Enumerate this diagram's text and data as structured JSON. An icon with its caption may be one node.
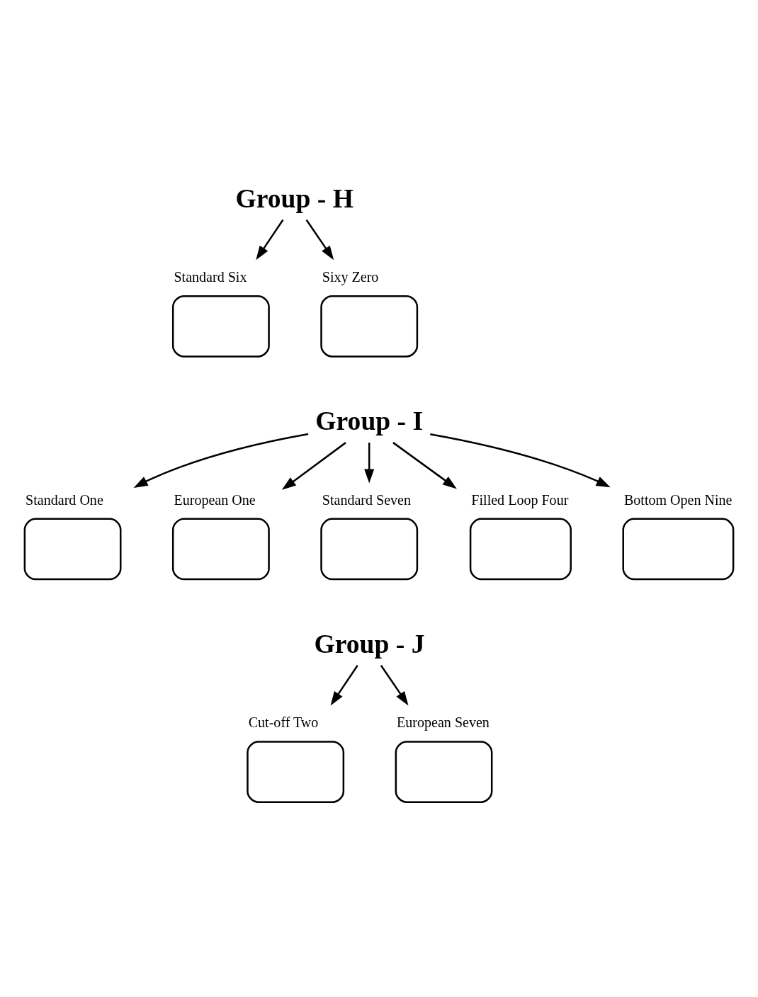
{
  "diagram": {
    "nodes": [
      {
        "text": [
          "Group - H"
        ]
      },
      {
        "text": [
          "Standard Six"
        ]
      },
      {
        "text": [
          "Sixy Zero"
        ]
      },
      {
        "text": [
          "Group - I"
        ]
      },
      {
        "text": [
          "Standard One"
        ]
      },
      {
        "text": [
          "European One"
        ]
      },
      {
        "text": [
          "Standard Seven"
        ]
      },
      {
        "text": [
          "Filled Loop Four"
        ]
      },
      {
        "text": [
          "Bottom Open Nine"
        ]
      },
      {
        "text": [
          "Group - J"
        ]
      },
      {
        "text": [
          "Cut-off Two"
        ]
      },
      {
        "text": [
          "European Seven"
        ]
      }
    ],
    "edges": [
      {
        "from": 0,
        "to": 1,
        "arrow": "to"
      },
      {
        "from": 0,
        "to": 2,
        "arrow": "to"
      },
      {
        "from": 3,
        "to": 4,
        "arrow": "to"
      },
      {
        "from": 3,
        "to": 5,
        "arrow": "to"
      },
      {
        "from": 3,
        "to": 6,
        "arrow": "to"
      },
      {
        "from": 3,
        "to": 7,
        "arrow": "to"
      },
      {
        "from": 3,
        "to": 8,
        "arrow": "to"
      },
      {
        "from": 9,
        "to": 10,
        "arrow": "to"
      },
      {
        "from": 9,
        "to": 11,
        "arrow": "to"
      }
    ]
  }
}
